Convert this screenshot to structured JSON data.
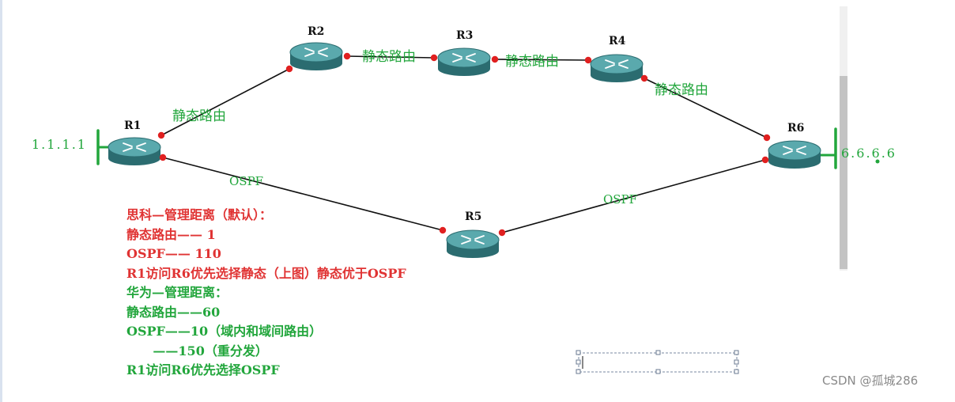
{
  "routers": [
    {
      "id": "R1",
      "label": "R1"
    },
    {
      "id": "R2",
      "label": "R2"
    },
    {
      "id": "R3",
      "label": "R3"
    },
    {
      "id": "R4",
      "label": "R4"
    },
    {
      "id": "R5",
      "label": "R5"
    },
    {
      "id": "R6",
      "label": "R6"
    }
  ],
  "links": [
    {
      "from": "R1",
      "to": "R2",
      "label": "静态路由"
    },
    {
      "from": "R2",
      "to": "R3",
      "label": "静态路由"
    },
    {
      "from": "R3",
      "to": "R4",
      "label": "静态路由"
    },
    {
      "from": "R4",
      "to": "R6",
      "label": "静态路由"
    },
    {
      "from": "R1",
      "to": "R5",
      "label": "OSPF"
    },
    {
      "from": "R5",
      "to": "R6",
      "label": "OSPF"
    }
  ],
  "networks": [
    {
      "router": "R1",
      "label": "1.1.1.1"
    },
    {
      "router": "R6",
      "label": "6.6.6.6"
    }
  ],
  "notes": [
    {
      "text": "思科—管理距离（默认）：",
      "color": "#e03333"
    },
    {
      "text": "静态路由—— 1",
      "color": "#e03333"
    },
    {
      "text": "OSPF—— 110",
      "color": "#e03333"
    },
    {
      "text": "R1访问R6优先选择静态（上图）静态优于OSPF",
      "color": "#e03333"
    },
    {
      "text": "华为—管理距离：",
      "color": "#22a63c"
    },
    {
      "text": "静态路由——60",
      "color": "#22a63c"
    },
    {
      "text": "OSPF——10（域内和域间路由）",
      "color": "#22a63c"
    },
    {
      "text": "      ——150（重分发）",
      "color": "#22a63c"
    },
    {
      "text": "R1访问R6优先选择OSPF",
      "color": "#22a63c"
    }
  ],
  "colors": {
    "router_body": "#3f8f93",
    "router_top": "#5aa9ad",
    "router_dark": "#2b6c70",
    "port": "#e02020",
    "line": "#111111",
    "green": "#22a63c",
    "red": "#e03333"
  },
  "watermark": "CSDN @孤城286"
}
